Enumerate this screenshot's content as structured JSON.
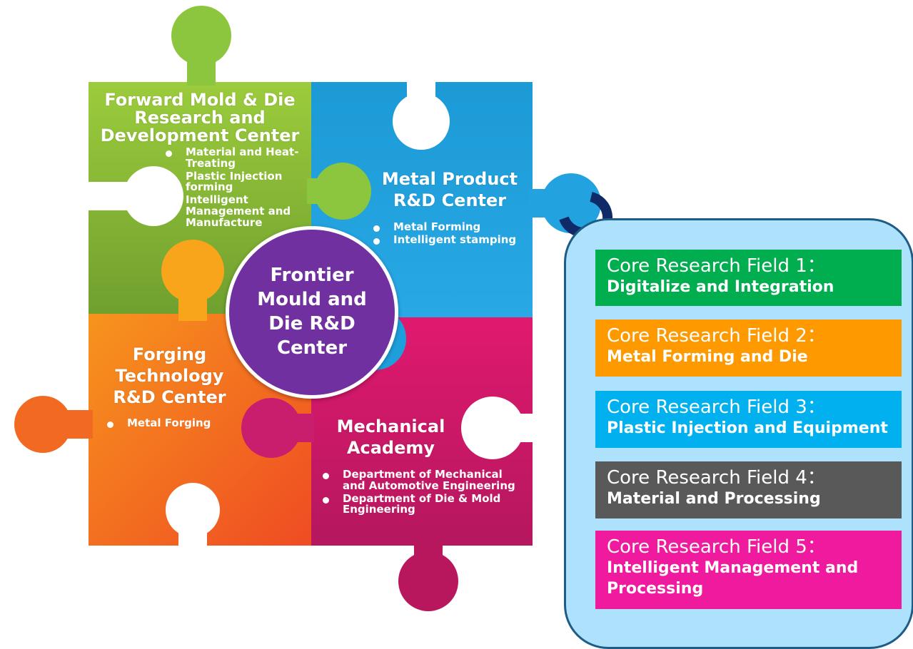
{
  "hub": {
    "title": "Frontier Mould and Die R&D Center"
  },
  "pieces": [
    {
      "title": "Forward Mold & Die Research and Development Center",
      "color": "#8cc63f",
      "items": [
        "Material and Heat-Treating",
        "Plastic Injection forming",
        "Intelligent Management and Manufacture"
      ]
    },
    {
      "title": "Metal Product R&D Center",
      "color": "#1aa3e0",
      "items": [
        "Metal Forming",
        "Intelligent stamping"
      ]
    },
    {
      "title": "Forging Technology R&D Center",
      "color": "#f47c20",
      "items": [
        "Metal Forging"
      ]
    },
    {
      "title": "Mechanical Academy",
      "color": "#d41f72",
      "items": [
        "Department of Mechanical and Automotive  Engineering",
        "Department of  Die & Mold Engineering"
      ]
    }
  ],
  "fields": [
    {
      "heading": "Core Research Field 1：",
      "subtitle": "Digitalize and Integration",
      "color": "#00ad4f"
    },
    {
      "heading": "Core Research Field 2：",
      "subtitle": "Metal Forming and Die",
      "color": "#ff9900"
    },
    {
      "heading": "Core Research Field 3：",
      "subtitle": "Plastic Injection and Equipment",
      "color": "#00b0ef"
    },
    {
      "heading": "Core Research Field 4：",
      "subtitle": "Material and Processing",
      "color": "#595959"
    },
    {
      "heading": "Core Research Field 5：",
      "subtitle": "Intelligent Management and Processing",
      "color": "#ef1a9d"
    }
  ]
}
